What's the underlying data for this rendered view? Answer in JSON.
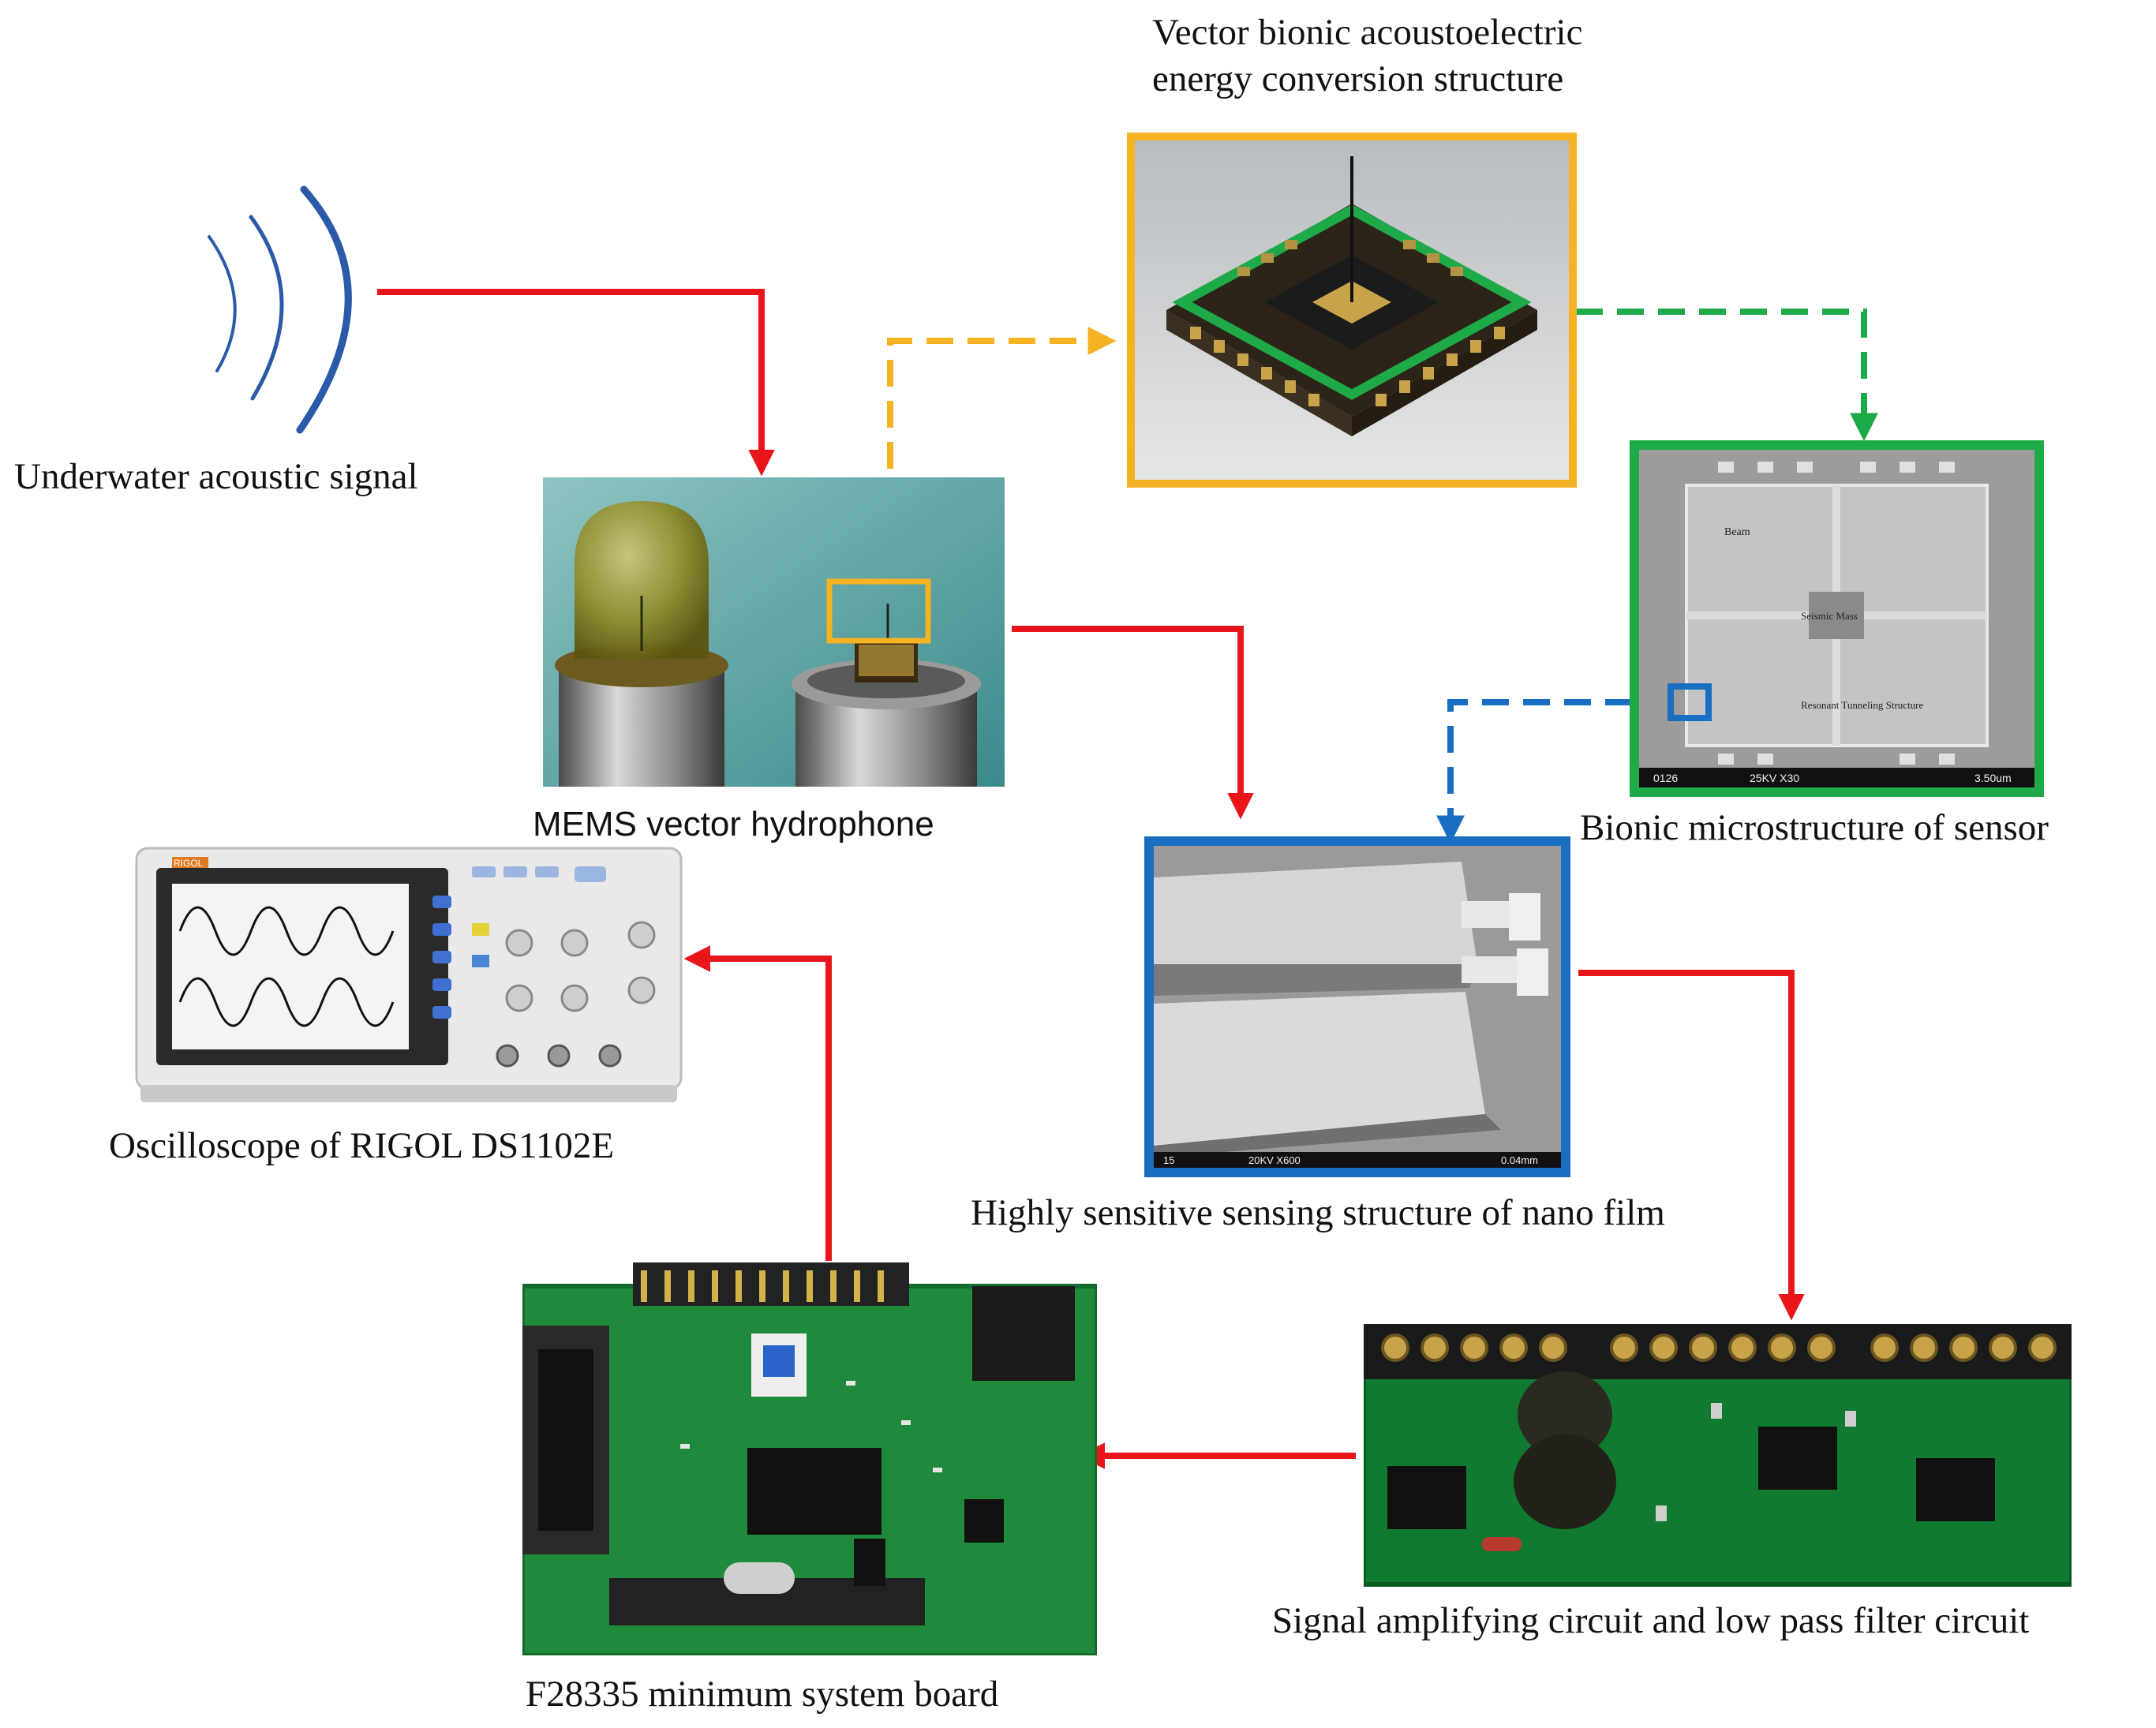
{
  "labels": {
    "acoustic_signal": "Underwater acoustic signal",
    "hydrophone": "MEMS vector hydrophone",
    "conversion_structure_line1": "Vector bionic acoustoelectric",
    "conversion_structure_line2": "energy conversion structure",
    "microstructure": "Bionic microstructure of sensor",
    "nano_film": "Highly sensitive sensing structure of nano film",
    "oscilloscope": "Oscilloscope of RIGOL DS1102E",
    "filter_circuit": "Signal amplifying circuit and low pass filter circuit",
    "system_board": "F28335 minimum system board"
  },
  "photo_text": {
    "oscilloscope_brand": "RIGOL",
    "sem_beam": "Beam",
    "sem_mass": "Seismic Mass",
    "sem_tunneling": "Resonant Tunneling Structure",
    "sem_footer_id": "0126",
    "sem_footer_kv": "25KV X30",
    "sem_footer_scale": "3.50um",
    "nano_footer_id": "15",
    "nano_footer_kv": "20KV X600",
    "nano_footer_scale": "0.04mm"
  },
  "colors": {
    "signal_flow": "#e8151b",
    "yellow_link": "#f5b324",
    "green_link": "#1faa4a",
    "blue_link": "#1a6ec2",
    "wave": "#2a5aa8"
  }
}
